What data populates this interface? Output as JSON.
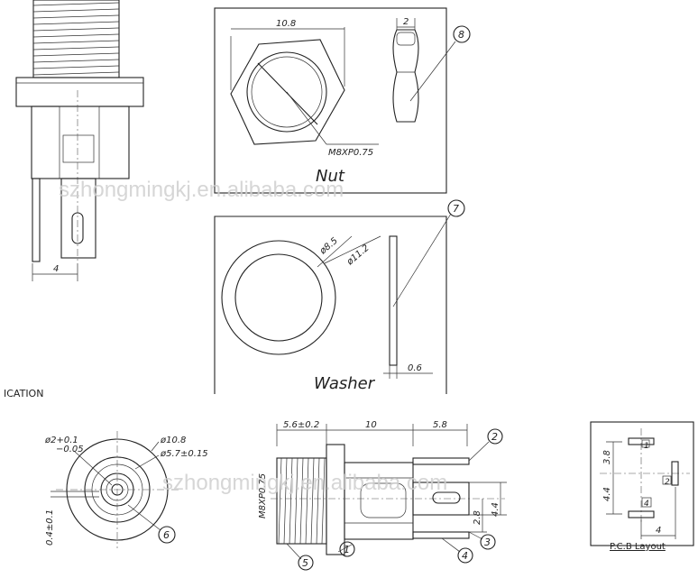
{
  "nut_view": {
    "title": "Nut",
    "across_flats": "10.8",
    "thread": "M8XP0.75",
    "thickness": "2",
    "callout": "8"
  },
  "washer_view": {
    "title": "Washer",
    "inner_dia": "ø8.5",
    "outer_dia": "ø11.2",
    "thickness": "0.6",
    "callout": "7"
  },
  "partial_view": {
    "side_dim": "4",
    "cut_text": "ICATION"
  },
  "front_view": {
    "pin_dia": "ø2+0.1",
    "pin_tol": "−0.05",
    "outer_dia": "ø10.8",
    "inner_dia": "ø5.7±0.15",
    "offset": "0.4±0.1",
    "callout": "6"
  },
  "side_view": {
    "dim_a": "5.6±0.2",
    "dim_b": "10",
    "dim_c": "5.8",
    "thread": "M8XP0.75",
    "dim_d": "2.8",
    "dim_e": "4.4",
    "callouts": [
      "1",
      "2",
      "3",
      "4",
      "5"
    ]
  },
  "pcb_layout": {
    "title": "P.C.B Layout",
    "dim_top": "3.8",
    "dim_bottom": "4.4",
    "dim_width": "4",
    "pads": [
      "1",
      "2",
      "4"
    ]
  },
  "watermark": "szhongmingkj.en.alibaba.com"
}
